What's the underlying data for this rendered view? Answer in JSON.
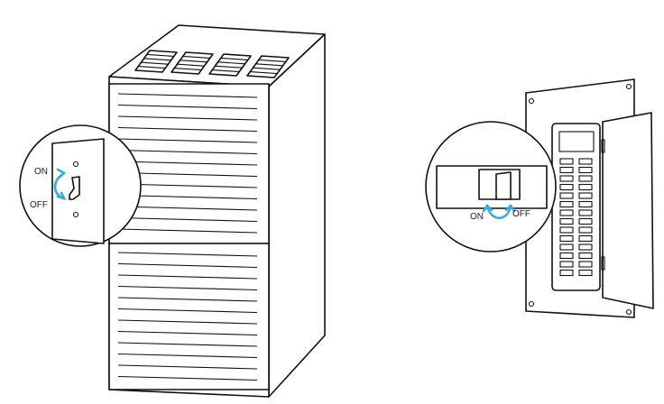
{
  "furnace_switch": {
    "on_label": "ON",
    "off_label": "OFF"
  },
  "breaker_switch": {
    "on_label": "ON",
    "off_label": "OFF"
  },
  "colors": {
    "arrow": "#3aa9de",
    "line": "#111111"
  }
}
